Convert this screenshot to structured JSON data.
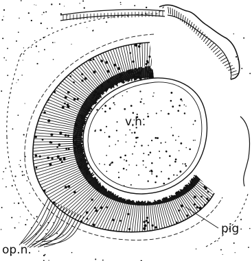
{
  "figure": {
    "labels": {
      "vitreous": "v.h.",
      "pigment": "pig",
      "optic_nerve": "op.n."
    },
    "colors": {
      "ink": "#111111",
      "background": "#ffffff"
    }
  }
}
